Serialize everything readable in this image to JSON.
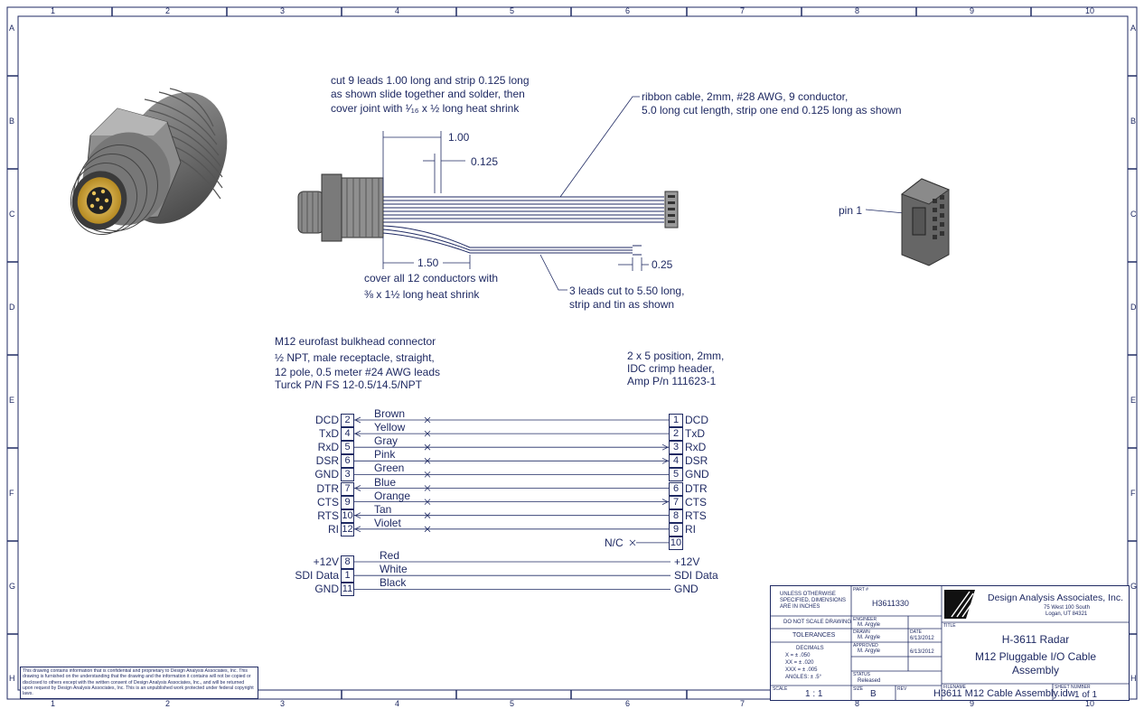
{
  "border": {
    "columns": [
      "1",
      "2",
      "3",
      "4",
      "5",
      "6",
      "7",
      "8",
      "9",
      "10"
    ],
    "rows": [
      "A",
      "B",
      "C",
      "D",
      "E",
      "F",
      "G",
      "H"
    ]
  },
  "notes": {
    "cut_line1": "cut 9 leads 1.00 long and strip 0.125 long",
    "cut_line2": "as shown slide together and solder, then",
    "cut_line3": "cover joint with ¹⁄₁₆ x ½ long heat shrink",
    "ribbon_line1": "ribbon cable, 2mm, #28 AWG, 9 conductor,",
    "ribbon_line2": "5.0 long cut length, strip one end 0.125 long as shown",
    "dim_100": "1.00",
    "dim_0125": "0.125",
    "dim_150": "1.50",
    "dim_025": "0.25",
    "cover_line1": "cover all 12 conductors with",
    "cover_line2": "⅜ x 1½ long heat shrink",
    "leads_line1": "3 leads cut to 5.50 long,",
    "leads_line2": "strip and tin as shown",
    "pin1": "pin 1",
    "m12_line1": "M12 eurofast bulkhead connector",
    "m12_line2": "½ NPT, male receptacle, straight,",
    "m12_line3": "12 pole, 0.5 meter #24 AWG leads",
    "m12_line4": "Turck P/N FS 12-0.5/14.5/NPT",
    "idc_line1": "2 x 5 position, 2mm,",
    "idc_line2": "IDC crimp header,",
    "idc_line3": "Amp P/n 111623-1"
  },
  "wiring": [
    {
      "left_label": "DCD",
      "left_pin": "2",
      "color": "Brown",
      "right_pin": "1",
      "right_label": "DCD",
      "dir": "left"
    },
    {
      "left_label": "TxD",
      "left_pin": "4",
      "color": "Yellow",
      "right_pin": "2",
      "right_label": "TxD",
      "dir": "left"
    },
    {
      "left_label": "RxD",
      "left_pin": "5",
      "color": "Gray",
      "right_pin": "3",
      "right_label": "RxD",
      "dir": "right"
    },
    {
      "left_label": "DSR",
      "left_pin": "6",
      "color": "Pink",
      "right_pin": "4",
      "right_label": "DSR",
      "dir": "right"
    },
    {
      "left_label": "GND",
      "left_pin": "3",
      "color": "Green",
      "right_pin": "5",
      "right_label": "GND",
      "dir": "none"
    },
    {
      "left_label": "DTR",
      "left_pin": "7",
      "color": "Blue",
      "right_pin": "6",
      "right_label": "DTR",
      "dir": "left"
    },
    {
      "left_label": "CTS",
      "left_pin": "9",
      "color": "Orange",
      "right_pin": "7",
      "right_label": "CTS",
      "dir": "right"
    },
    {
      "left_label": "RTS",
      "left_pin": "10",
      "color": "Tan",
      "right_pin": "8",
      "right_label": "RTS",
      "dir": "left"
    },
    {
      "left_label": "RI",
      "left_pin": "12",
      "color": "Violet",
      "right_pin": "9",
      "right_label": "RI",
      "dir": "left"
    }
  ],
  "nc": {
    "label": "N/C",
    "pin": "10"
  },
  "power": [
    {
      "left_label": "+12V",
      "left_pin": "8",
      "color": "Red",
      "right_label": "+12V"
    },
    {
      "left_label": "SDI Data",
      "left_pin": "1",
      "color": "White",
      "right_label": "SDI Data"
    },
    {
      "left_label": "GND",
      "left_pin": "11",
      "color": "Black",
      "right_label": "GND"
    }
  ],
  "confidential": "This drawing contains information that is confidential and proprietary to Design Analysis Associates, Inc. This drawing is furnished on the understanding that the drawing and the information it contains will not be copied or disclosed to others except with the written consent of Design Analysis Associates, Inc., and will be returned upon request by Design Analysis Associates, Inc. This is an unpublished work protected under federal copyright laws.",
  "title_block": {
    "unless_line1": "UNLESS OTHERWISE",
    "unless_line2": "SPECIFIED, DIMENSIONS",
    "unless_line3": "ARE IN INCHES",
    "do_not_scale": "DO NOT SCALE DRAWING",
    "tolerances": "TOLERANCES",
    "decimals": "DECIMALS",
    "tol_x": "X =   ±  .050",
    "tol_xx": "XX =  ±  .020",
    "tol_xxx": "XXX = ±  .005",
    "angles": "ANGLES: ±  .5°",
    "scale_label": "SCALE",
    "scale": "1 : 1",
    "part_label": "PART #",
    "part": "H3611330",
    "engineer_label": "ENGINEER",
    "engineer": "M. Argyle",
    "drawn_label": "DRAWN",
    "drawn": "M. Argyle",
    "date_label": "DATE",
    "date": "6/13/2012",
    "approved_label": "APPROVED",
    "approved": "M. Argyle",
    "approved_date": "6/13/2012",
    "status_label": "STATUS",
    "status": "Released",
    "size_label": "SIZE",
    "size": "B",
    "rev_label": "REV",
    "company": "Design Analysis Associates, Inc.",
    "address1": "75 West 100 South",
    "address2": "Logan, UT 84321",
    "title_label": "TITLE",
    "title1": "H-3611 Radar",
    "title2": "M12 Pluggable I/O Cable",
    "title3": "Assembly",
    "filename_label": "FILENAME",
    "filename": "H3611 M12 Cable Assembly.idw",
    "sheet_label": "SHEET NUMBER",
    "sheet": "1  of  1"
  }
}
